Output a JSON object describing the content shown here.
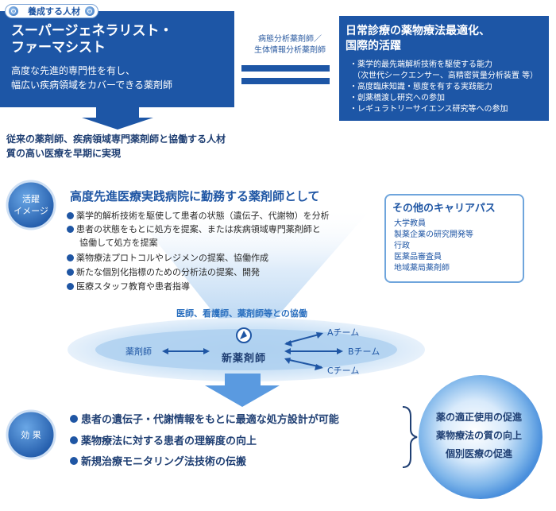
{
  "tag": "養成する人材",
  "top_left": {
    "title_line1": "スーパージェネラリスト・",
    "title_line2": "ファーマシスト",
    "desc_line1": "高度な先進的専門性を有し、",
    "desc_line2": "幅広い疾病領域をカバーできる薬剤師"
  },
  "connector": {
    "label_line1": "病態分析薬剤師／",
    "label_line2": "生体情報分析薬剤師"
  },
  "top_right": {
    "title_line1": "日常診療の薬物療法最適化、",
    "title_line2": "国際的活躍",
    "bullets": [
      "・薬学的最先端解析技術を駆使する能力",
      "（次世代シークエンサー、高精密質量分析装置 等）",
      "・高度臨床知識・態度を有する実践能力",
      "・創薬橋渡し研究への参加",
      "・レギュラトリーサイエンス研究等への参加"
    ]
  },
  "cooperation": {
    "line1": "従来の薬剤師、疾病領域専門薬剤師と協働する人材",
    "line2": "質の高い医療を早期に実現"
  },
  "activity": {
    "label_line1": "活躍",
    "label_line2": "イメージ",
    "heading": "高度先進医療実践病院に勤務する薬剤師として",
    "items": [
      "薬学的解析技術を駆使して患者の状態（遺伝子、代謝物）を分析",
      "患者の状態をもとに処方を提案、または疾病領域専門薬剤師と",
      "協働して処方を提案",
      "薬物療法プロトコルやレジメンの提案、協働作成",
      "新たな個別化指標のための分析法の提案、開発",
      "医療スタッフ教育や患者指導"
    ]
  },
  "career": {
    "title": "その他のキャリアパス",
    "items": [
      "大学教員",
      "製薬企業の研究開発等",
      "行政",
      "医薬品審査員",
      "地域薬局薬剤師"
    ]
  },
  "collaboration": {
    "label": "医師、看護師、薬剤師等との協働",
    "pharmacist": "薬剤師",
    "new_pharmacist": "新薬剤師",
    "teams": [
      "Aチーム",
      "Bチーム",
      "Cチーム"
    ]
  },
  "effect": {
    "label": "効 果",
    "items": [
      "患者の遺伝子・代謝情報をもとに最適な処方設計が可能",
      "薬物療法に対する患者の理解度の向上",
      "新規治療モニタリング法技術の伝搬"
    ],
    "outcomes": [
      "薬の適正使用の促進",
      "薬物療法の質の向上",
      "個別医療の促進"
    ]
  },
  "colors": {
    "primary_blue": "#1d56a6",
    "text_navy": "#1f3f73",
    "light_blue": "#cfe4f7"
  }
}
